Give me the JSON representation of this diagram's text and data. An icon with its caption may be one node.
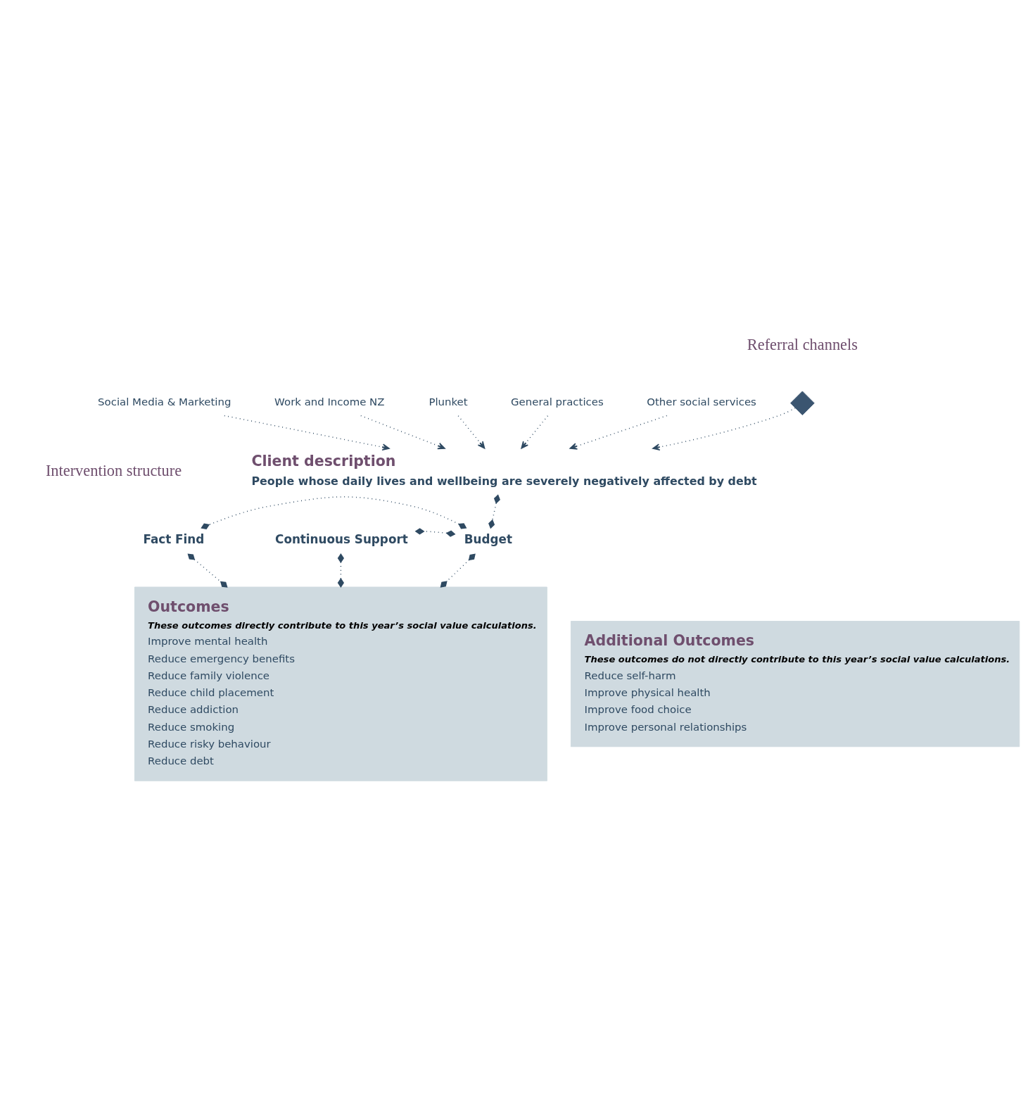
{
  "diagram": {
    "nodes": [
      {
        "text": [],
        "shape": "diamond"
      },
      {
        "text": [
          "Social Media & Marketing"
        ]
      },
      {
        "text": [
          "Work and Income NZ"
        ]
      },
      {
        "text": [
          "Plunket"
        ]
      },
      {
        "text": [
          "General practices"
        ]
      },
      {
        "text": [
          "Other social services"
        ]
      },
      {
        "text": [
          "Client description",
          "People whose daily lives and wellbeing are severely negatively affected by debt"
        ]
      },
      {
        "text": [
          "Fact Find"
        ]
      },
      {
        "text": [
          "Budget"
        ]
      },
      {
        "text": [
          "Continuous Support"
        ]
      },
      {
        "text": [
          "Outcomes",
          "These outcomes directly contribute to this year’s social value calculations.",
          "Improve mental health",
          "Reduce emergency benefits",
          "Reduce family violence",
          "Reduce child placement",
          "Reduce addiction",
          "Reduce smoking",
          "Reduce risky behaviour",
          "Reduce debt"
        ]
      },
      {
        "text": [
          "Additional Outcomes",
          "These outcomes do not directly contribute to this year’s social value calculations.",
          "Reduce self-harm",
          "Improve physical health",
          "Improve food choice",
          "Improve personal relationships"
        ]
      }
    ],
    "edges": [
      {
        "from": 0,
        "to": 6,
        "arrow": "to",
        "style": "dashed"
      },
      {
        "from": 1,
        "to": 6,
        "arrow": "to",
        "style": "dashed"
      },
      {
        "from": 2,
        "to": 6,
        "arrow": "to",
        "style": "dashed"
      },
      {
        "from": 3,
        "to": 6,
        "arrow": "to",
        "style": "dashed"
      },
      {
        "from": 4,
        "to": 6,
        "arrow": "to",
        "style": "dashed"
      },
      {
        "from": 5,
        "to": 6,
        "arrow": "to",
        "style": "dashed"
      },
      {
        "from": 6,
        "to": 8,
        "arrow": "other",
        "style": "dashed"
      },
      {
        "from": 8,
        "to": 7,
        "arrow": "other",
        "style": "dashed"
      },
      {
        "from": 8,
        "to": 9,
        "arrow": "other",
        "style": "dashed"
      },
      {
        "from": 7,
        "to": 10,
        "arrow": "other",
        "style": "dashed"
      },
      {
        "from": 8,
        "to": 10,
        "arrow": "other",
        "style": "dashed"
      },
      {
        "from": 9,
        "to": 10,
        "arrow": "other",
        "style": "dashed"
      }
    ],
    "labels": [
      "Referral channels",
      "Intervention structure"
    ]
  }
}
